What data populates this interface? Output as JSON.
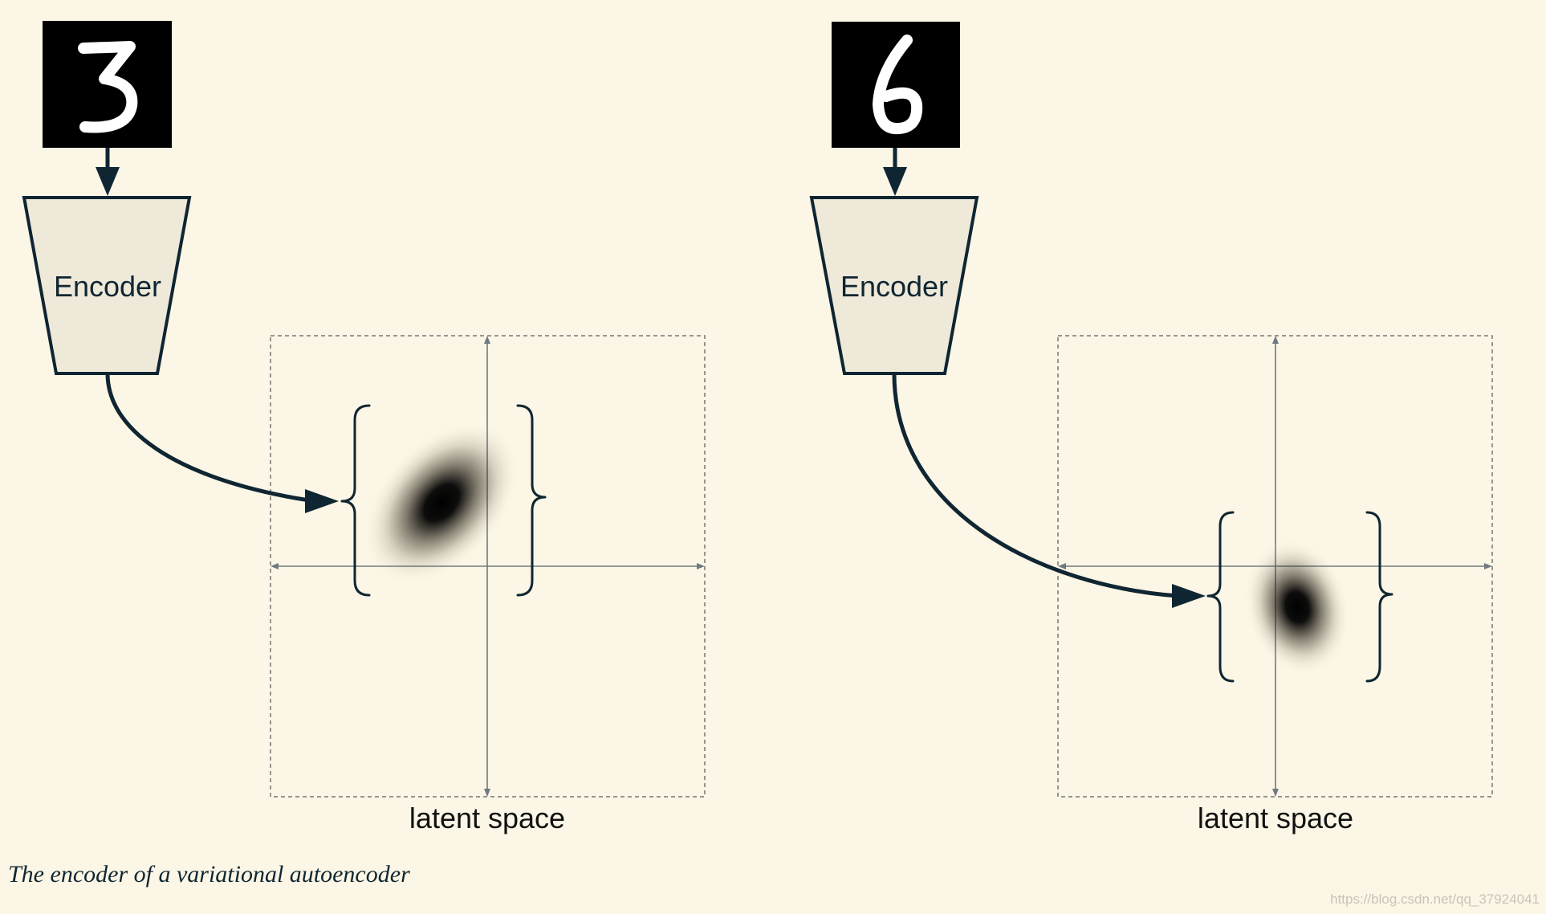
{
  "panels": [
    {
      "digit": "3",
      "encoder_label": "Encoder",
      "latent_label": "latent space"
    },
    {
      "digit": "6",
      "encoder_label": "Encoder",
      "latent_label": "latent space"
    }
  ],
  "caption": "The encoder of a variational autoencoder",
  "watermark": "https://blog.csdn.net/qq_37924041",
  "colors": {
    "background": "#fbf6e5",
    "ink": "#0f2632",
    "encoder_fill": "#efe9d9",
    "axis": "#6f7a80"
  }
}
